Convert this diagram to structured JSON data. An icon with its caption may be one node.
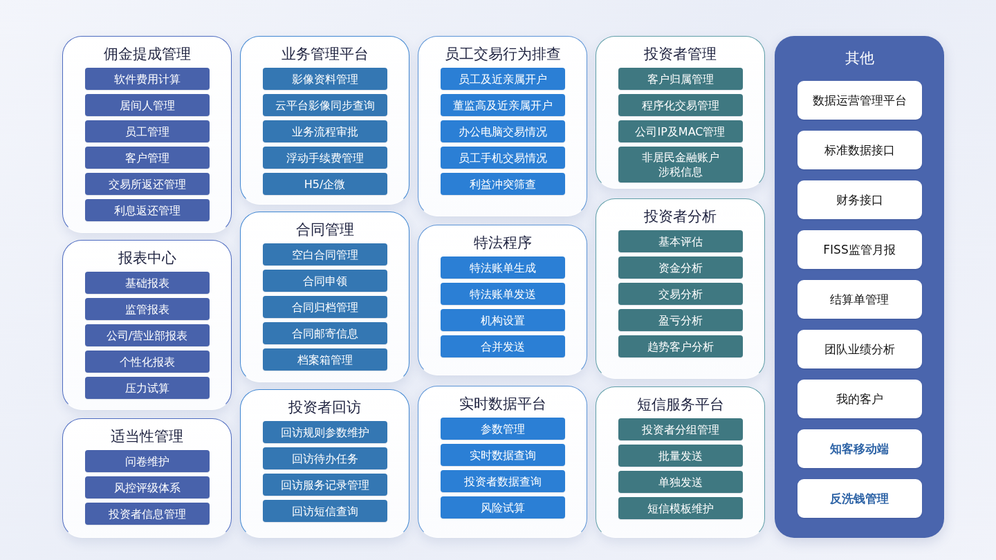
{
  "diagram": {
    "nodes": [
      {
        "text": [
          "佣金提成管理"
        ]
      },
      {
        "text": [
          "软件费用计算"
        ],
        "in": 0
      },
      {
        "text": [
          "居间人管理"
        ],
        "in": 0
      },
      {
        "text": [
          "员工管理"
        ],
        "in": 0
      },
      {
        "text": [
          "客户管理"
        ],
        "in": 0
      },
      {
        "text": [
          "交易所返还管理"
        ],
        "in": 0
      },
      {
        "text": [
          "利息返还管理"
        ],
        "in": 0
      },
      {
        "text": [
          "报表中心"
        ]
      },
      {
        "text": [
          "基础报表"
        ],
        "in": 7
      },
      {
        "text": [
          "监管报表"
        ],
        "in": 7
      },
      {
        "text": [
          "公司/营业部报表"
        ],
        "in": 7
      },
      {
        "text": [
          "个性化报表"
        ],
        "in": 7
      },
      {
        "text": [
          "压力试算"
        ],
        "in": 7
      },
      {
        "text": [
          "适当性管理"
        ]
      },
      {
        "text": [
          "问卷维护"
        ],
        "in": 13
      },
      {
        "text": [
          "风控评级体系"
        ],
        "in": 13
      },
      {
        "text": [
          "投资者信息管理"
        ],
        "in": 13
      },
      {
        "text": [
          "业务管理平台"
        ]
      },
      {
        "text": [
          "影像资料管理"
        ],
        "in": 17
      },
      {
        "text": [
          "云平台影像同步查询"
        ],
        "in": 17
      },
      {
        "text": [
          "业务流程审批"
        ],
        "in": 17
      },
      {
        "text": [
          "浮动手续费管理"
        ],
        "in": 17
      },
      {
        "text": [
          "H5/企微"
        ],
        "in": 17
      },
      {
        "text": [
          "合同管理"
        ]
      },
      {
        "text": [
          "空白合同管理"
        ],
        "in": 23
      },
      {
        "text": [
          "合同申领"
        ],
        "in": 23
      },
      {
        "text": [
          "合同归档管理"
        ],
        "in": 23
      },
      {
        "text": [
          "合同邮寄信息"
        ],
        "in": 23
      },
      {
        "text": [
          "档案箱管理"
        ],
        "in": 23
      },
      {
        "text": [
          "投资者回访"
        ]
      },
      {
        "text": [
          "回访规则参数维护"
        ],
        "in": 29
      },
      {
        "text": [
          "回访待办任务"
        ],
        "in": 29
      },
      {
        "text": [
          "回访服务记录管理"
        ],
        "in": 29
      },
      {
        "text": [
          "回访短信查询"
        ],
        "in": 29
      },
      {
        "text": [
          "员工交易行为排查"
        ]
      },
      {
        "text": [
          "员工及近亲属开户"
        ],
        "in": 34
      },
      {
        "text": [
          "董监高及近亲属开户"
        ],
        "in": 34
      },
      {
        "text": [
          "办公电脑交易情况"
        ],
        "in": 34
      },
      {
        "text": [
          "员工手机交易情况"
        ],
        "in": 34
      },
      {
        "text": [
          "利益冲突筛查"
        ],
        "in": 34
      },
      {
        "text": [
          "特法程序"
        ]
      },
      {
        "text": [
          "特法账单生成"
        ],
        "in": 40
      },
      {
        "text": [
          "特法账单发送"
        ],
        "in": 40
      },
      {
        "text": [
          "机构设置"
        ],
        "in": 40
      },
      {
        "text": [
          "合并发送"
        ],
        "in": 40
      },
      {
        "text": [
          "实时数据平台"
        ]
      },
      {
        "text": [
          "参数管理"
        ],
        "in": 45
      },
      {
        "text": [
          "实时数据查询"
        ],
        "in": 45
      },
      {
        "text": [
          "投资者数据查询"
        ],
        "in": 45
      },
      {
        "text": [
          "风险试算"
        ],
        "in": 45
      },
      {
        "text": [
          "投资者管理"
        ]
      },
      {
        "text": [
          "客户归属管理"
        ],
        "in": 50
      },
      {
        "text": [
          "程序化交易管理"
        ],
        "in": 50
      },
      {
        "text": [
          "公司IP及MAC管理"
        ],
        "in": 50
      },
      {
        "text": [
          "非居民金融账户涉税信息"
        ],
        "in": 50
      },
      {
        "text": [
          "投资者分析"
        ]
      },
      {
        "text": [
          "基本评估"
        ],
        "in": 55
      },
      {
        "text": [
          "资金分析"
        ],
        "in": 55
      },
      {
        "text": [
          "交易分析"
        ],
        "in": 55
      },
      {
        "text": [
          "盈亏分析"
        ],
        "in": 55
      },
      {
        "text": [
          "趋势客户分析"
        ],
        "in": 55
      },
      {
        "text": [
          "短信服务平台"
        ]
      },
      {
        "text": [
          "投资者分组管理"
        ],
        "in": 61
      },
      {
        "text": [
          "批量发送"
        ],
        "in": 61
      },
      {
        "text": [
          "单独发送"
        ],
        "in": 61
      },
      {
        "text": [
          "短信模板维护"
        ],
        "in": 61
      },
      {
        "text": [
          "其他"
        ]
      },
      {
        "text": [
          "数据运营管理平台"
        ],
        "in": 66
      },
      {
        "text": [
          "标准数据接口"
        ],
        "in": 66
      },
      {
        "text": [
          "财务接口"
        ],
        "in": 66
      },
      {
        "text": [
          "FISS监管月报"
        ],
        "in": 66
      },
      {
        "text": [
          "结算单管理"
        ],
        "in": 66
      },
      {
        "text": [
          "团队业绩分析"
        ],
        "in": 66
      },
      {
        "text": [
          "我的客户"
        ],
        "in": 66
      },
      {
        "text": [
          "知客移动端"
        ],
        "in": 66
      },
      {
        "text": [
          "反洗钱管理"
        ],
        "in": 66
      }
    ]
  }
}
